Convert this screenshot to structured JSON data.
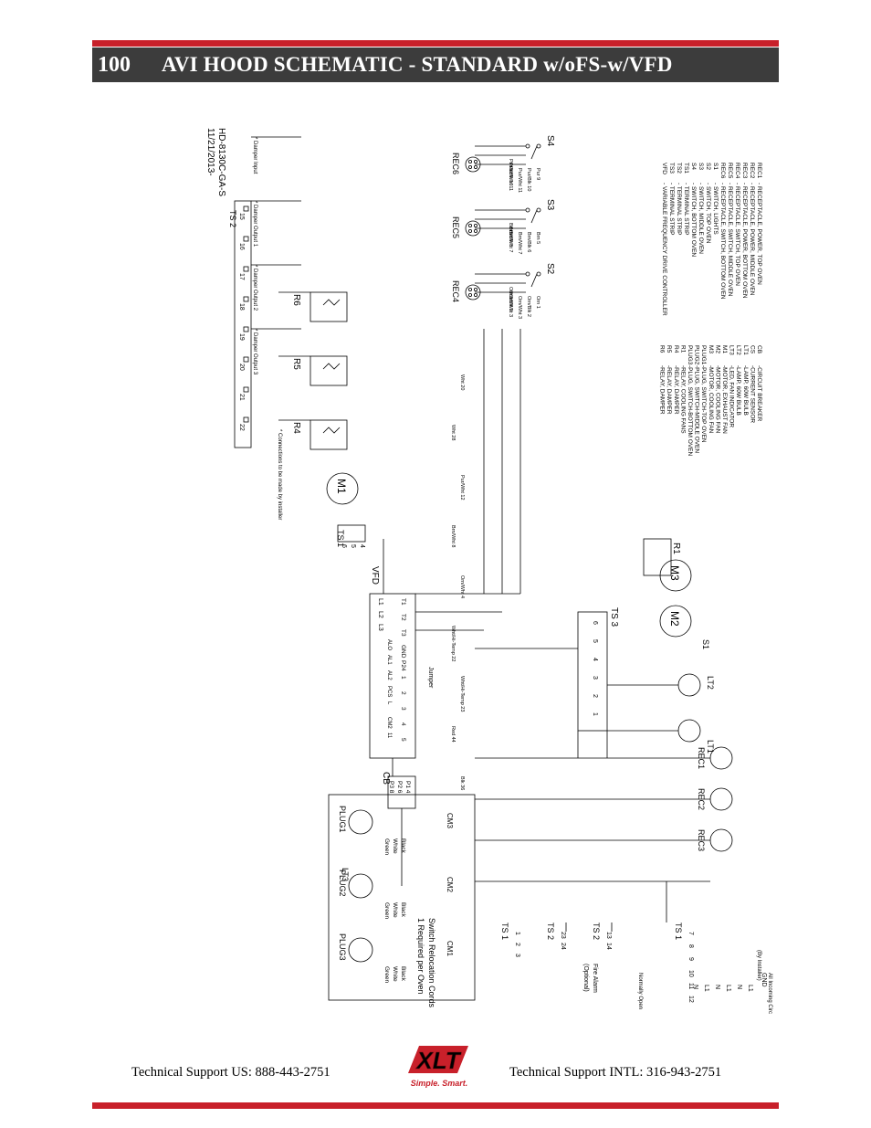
{
  "header": {
    "number": "100",
    "title": "AVI HOOD SCHEMATIC - STANDARD w/oFS-w/VFD"
  },
  "colors": {
    "accent_red": "#c8202a",
    "title_bar": "#3c3c3c"
  },
  "schematic": {
    "legend_left": [
      [
        "CB",
        "-CIRCUIT BREAKER"
      ],
      [
        "CS",
        "-CURRENT SENSOR"
      ],
      [
        "LT1",
        "-LAMP, 60W BULB"
      ],
      [
        "LT2",
        "-LAMP, 60W BULB"
      ],
      [
        "LT3",
        "-LED, FAN INDICATOR"
      ],
      [
        "M1",
        "-MOTOR, EXHAUST FAN"
      ],
      [
        "M2",
        "-MOTOR, COOLING FAN"
      ],
      [
        "M3",
        "-MOTOR, COOLING FAN"
      ],
      [
        "PLUG1",
        "-PLUG, SWITCH-TOP OVEN"
      ],
      [
        "PLUG2",
        "-PLUG, SWITCH-MIDDLE OVEN"
      ],
      [
        "PLUG3",
        "-PLUG, SWITCH-BOTTOM OVEN"
      ],
      [
        "R1",
        "-RELAY, COOLING FANS"
      ],
      [
        "R4",
        "-RELAY, DAMPER"
      ],
      [
        "R5",
        "-RELAY, DAMPER"
      ],
      [
        "R6",
        "-RELAY, DAMPER"
      ]
    ],
    "legend_right": [
      [
        "REC1",
        "- RECEPTACLE, POWER, TOP OVEN"
      ],
      [
        "REC2",
        "- RECEPTACLE, POWER, MIDDLE OVEN"
      ],
      [
        "REC3",
        "- RECEPTACLE, POWER, BOTTOM OVEN"
      ],
      [
        "REC4",
        "- RECEPTACLE, SWITCH, TOP OVEN"
      ],
      [
        "REC5",
        "- RECEPTACLE, SWITCH, MIDDLE OVEN"
      ],
      [
        "REC6",
        "- RECEPTACLE, SWITCH, BOTTOM OVEN"
      ],
      [
        "S1",
        "- SWITCH, LIGHTS"
      ],
      [
        "S2",
        "- SWITCH, TOP OVEN"
      ],
      [
        "S3",
        "- SWITCH, MIDDLE OVEN"
      ],
      [
        "S4",
        "- SWITCH, BOTTOM OVEN"
      ],
      [
        "TS1",
        "- TERMINAL STRIP"
      ],
      [
        "TS2",
        "- TERMINAL STRIP"
      ],
      [
        "TS3",
        "- TERMINAL STRIP"
      ],
      [
        "VFD",
        "- VARIABLE FREQUENCY DRIVE CONTROLLER"
      ]
    ],
    "switches": [
      "S4",
      "S3",
      "S2"
    ],
    "receptacles_switch": [
      "REC6",
      "REC5",
      "REC4"
    ],
    "switch_wires": [
      [
        "Pur 9",
        "Pur/Blk 10",
        "Pur/Wht 11"
      ],
      [
        "Brn 5",
        "Brn/Blk 6",
        "Brn/Wht 7"
      ],
      [
        "Orn 1",
        "Orn/Blk 2",
        "Orn/Wht 3"
      ]
    ],
    "ts2_top_label": "TS 2",
    "ts2_top_terminals": [
      "15",
      "16",
      "17",
      "18",
      "19",
      "20",
      "21",
      "22"
    ],
    "damper_outputs": [
      "* Damper Input",
      "* Damper Output 1",
      "* Damper Output 2",
      "* Damper Output 3"
    ],
    "model_label": "HD-8130C-GA-S",
    "date_label": "11/21/2013-",
    "relays": [
      "R6",
      "R5",
      "R4"
    ],
    "installer_note": "* Connections to be made by installer",
    "motors": [
      "M1",
      "M2",
      "M3"
    ],
    "ts1_top_label": "TS 1",
    "ts1_top_terminals": [
      "4",
      "5",
      "6"
    ],
    "vfd_label": "VFD",
    "vfd_inputs": [
      "L1",
      "L2",
      "L3"
    ],
    "vfd_outputs": [
      "T1",
      "T2",
      "T3",
      "GND",
      "P24",
      "1",
      "2",
      "3",
      "4",
      "5"
    ],
    "vfd_lower": [
      "ALO",
      "AL1",
      "AL2",
      "PCS",
      "L",
      "CM2",
      "11"
    ],
    "jumper_label": "Jumper",
    "ts3_label": "TS 3",
    "ts3_terminals": [
      "6",
      "5",
      "4",
      "3",
      "2",
      "1"
    ],
    "lamps": [
      "LT1",
      "LT2",
      "LT3"
    ],
    "s1_label": "S1",
    "cb_label": "CB",
    "cb_terminals": [
      "P1 4",
      "P2 6",
      "P3 8"
    ],
    "power_recs": [
      "REC1",
      "REC2",
      "REC3"
    ],
    "plugs": [
      "PLUG1",
      "PLUG2",
      "PLUG3"
    ],
    "plug_wires": [
      "Black",
      "White",
      "Green"
    ],
    "cm_labels": [
      "CM3",
      "CM2",
      "CM1"
    ],
    "relocation_note": [
      "Switch Relocation Cords",
      "1 Required per Oven"
    ],
    "ts1_bottom_label": "TS 1",
    "ts1_bottom_terminals": [
      "1",
      "2",
      "3"
    ],
    "ts2_bottom_label": "TS 2",
    "ts2_bottom_terminals": [
      "23",
      "24"
    ],
    "ts2_fire_label": "TS 2",
    "ts2_fire_terminals": [
      "13",
      "14"
    ],
    "fire_alarm_label": [
      "Fire Alarm",
      "(Optional)"
    ],
    "normally_open_label": "Normally Open",
    "ts1_main_label": "TS 1",
    "ts1_main_terminals": [
      "7",
      "8",
      "9",
      "10",
      "11",
      "12"
    ],
    "incoming_labels": [
      "L1",
      "N",
      "L1",
      "N",
      "L1",
      "N"
    ],
    "by_installer": "(By Installer)",
    "gnd_label": "GND",
    "all_incoming": "All Incoming Circuits",
    "wire_misc": [
      "Wht 20",
      "Wht 28",
      "Pur/Wht 12",
      "Brn/Wht 8",
      "Orn/Wht 4",
      "Wht/Hi-Temp 22",
      "Wht/Hi-Temp 23",
      "Red 44",
      "Blk 36"
    ]
  },
  "footer": {
    "support_us": "Technical Support  US:  888-443-2751",
    "support_intl": "Technical Support  INTL:  316-943-2751",
    "logo_text": "XLT",
    "logo_tagline": "Simple. Smart."
  }
}
